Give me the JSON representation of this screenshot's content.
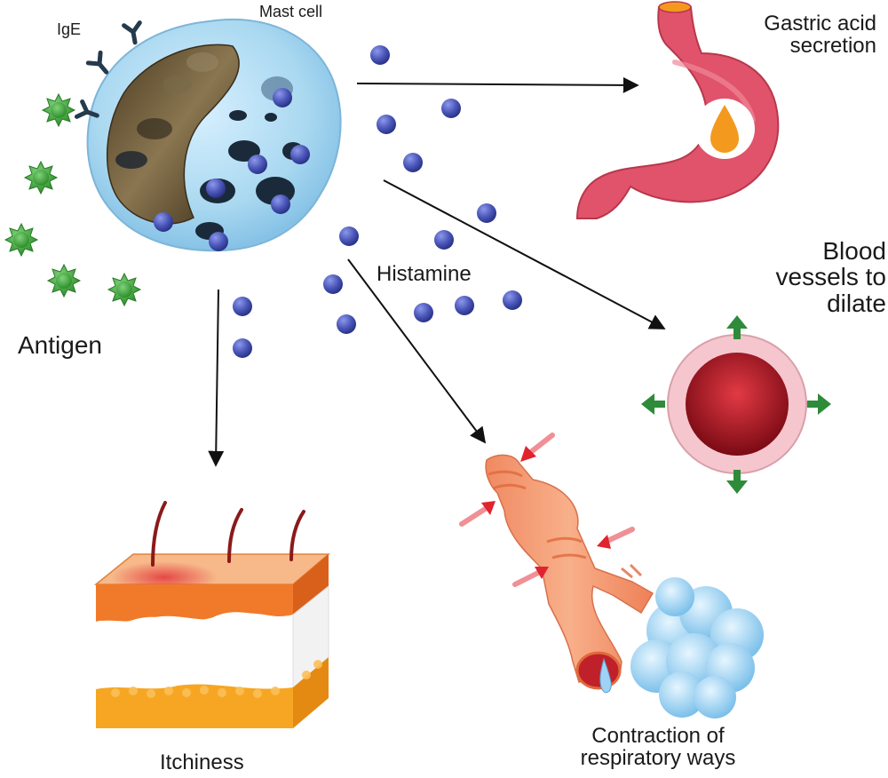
{
  "labels": {
    "mast_cell": "Mast cell",
    "ige": "IgE",
    "antigen": "Antigen",
    "histamine": "Histamine",
    "gastric_line1": "Gastric acid",
    "gastric_line2": "secretion",
    "blood_line1": "Blood",
    "blood_line2": "vessels to",
    "blood_line3": "dilate",
    "itchiness": "Itchiness",
    "resp_line1": "Contraction of",
    "resp_line2": "respiratory ways"
  },
  "colors": {
    "mast_cell": "#a9d8f0",
    "nucleus": "#6b5a3a",
    "granule": "#4a56b8",
    "antigen": "#3fae3c",
    "stomach": "#e0536a",
    "acid_drop": "#f39a1e",
    "vessel_outer": "#f6c6cf",
    "vessel_inner": "#c0182a",
    "dilate_arrow": "#2e8b3a",
    "airway": "#f4a07a",
    "alveoli": "#9fd3f5",
    "pressure_arrow": "#e0232f",
    "skin_top": "#f07a2a",
    "skin_fat": "#f6a623"
  },
  "icons": {
    "ige": "y-shaped-antibody-icon",
    "antigen": "spiky-antigen-icon",
    "histamine": "histamine-granule-icon",
    "stomach": "stomach-icon",
    "blood_vessel": "blood-vessel-cross-section-icon",
    "airway": "bronchi-lungs-icon",
    "skin": "skin-layer-icon"
  }
}
